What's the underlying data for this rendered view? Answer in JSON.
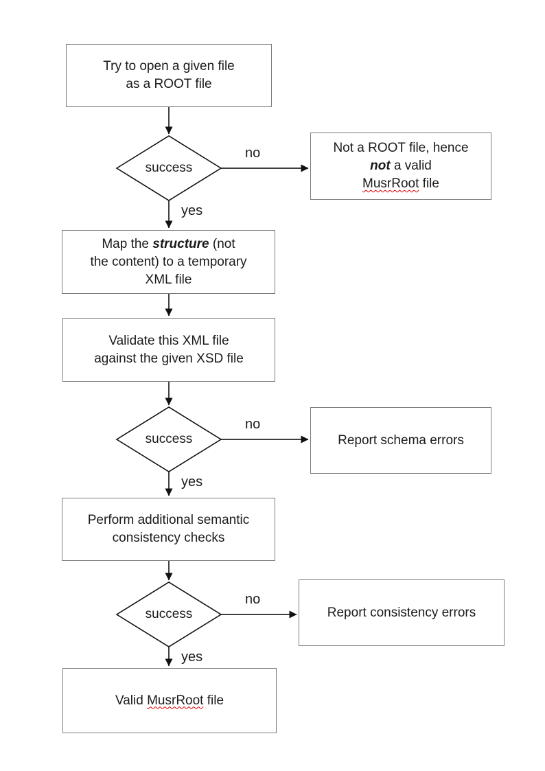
{
  "colors": {
    "box_border": "#7b7b7b",
    "diamond_border": "#111111",
    "text": "#1a1a1a",
    "arrow": "#222222",
    "squiggle": "#e00000",
    "bg": "#ffffff"
  },
  "nodes": {
    "open_file": {
      "line1": "Try to open a given file",
      "line2": "as a ROOT file"
    },
    "decision1": {
      "label": "success"
    },
    "not_root": {
      "line1": "Not a ROOT file, hence",
      "line2_em": "not",
      "line2_rest": " a valid",
      "line3_sq": "MusrRoot",
      "line3_rest": " file"
    },
    "map_structure": {
      "line1_pre": "Map the ",
      "line1_em": "structure",
      "line1_post": " (not",
      "line2": "the content) to a temporary",
      "line3": "XML file"
    },
    "validate": {
      "line1": "Validate this XML file",
      "line2": "against the given XSD file"
    },
    "decision2": {
      "label": "success"
    },
    "report_schema": {
      "label": "Report schema errors"
    },
    "semantic_checks": {
      "line1": "Perform additional semantic",
      "line2": "consistency checks"
    },
    "decision3": {
      "label": "success"
    },
    "report_consistency": {
      "label": "Report consistency errors"
    },
    "valid_file": {
      "pre": "Valid ",
      "sq": "MusrRoot",
      "post": " file"
    }
  },
  "edges": {
    "d1_no": "no",
    "d1_yes": "yes",
    "d2_no": "no",
    "d2_yes": "yes",
    "d3_no": "no",
    "d3_yes": "yes"
  }
}
